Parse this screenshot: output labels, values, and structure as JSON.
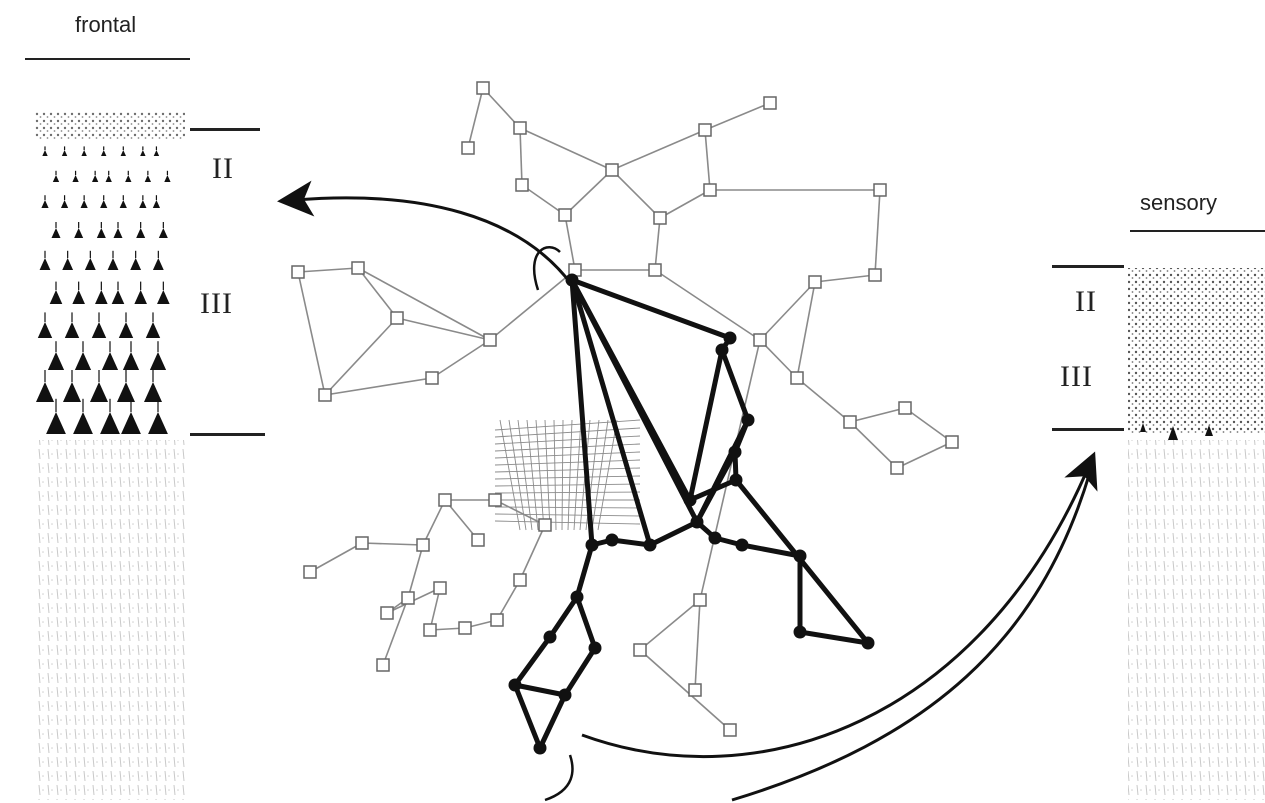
{
  "regions": {
    "frontal": "frontal",
    "sensory": "sensory"
  },
  "layers": {
    "frontal_upper": "II",
    "frontal_lower": "III",
    "sensory_upper": "II",
    "sensory_lower": "III"
  },
  "colors": {
    "ink": "#1a1a1a",
    "faint_edge": "#9a9a9a",
    "highlight_edge": "#111111"
  }
}
